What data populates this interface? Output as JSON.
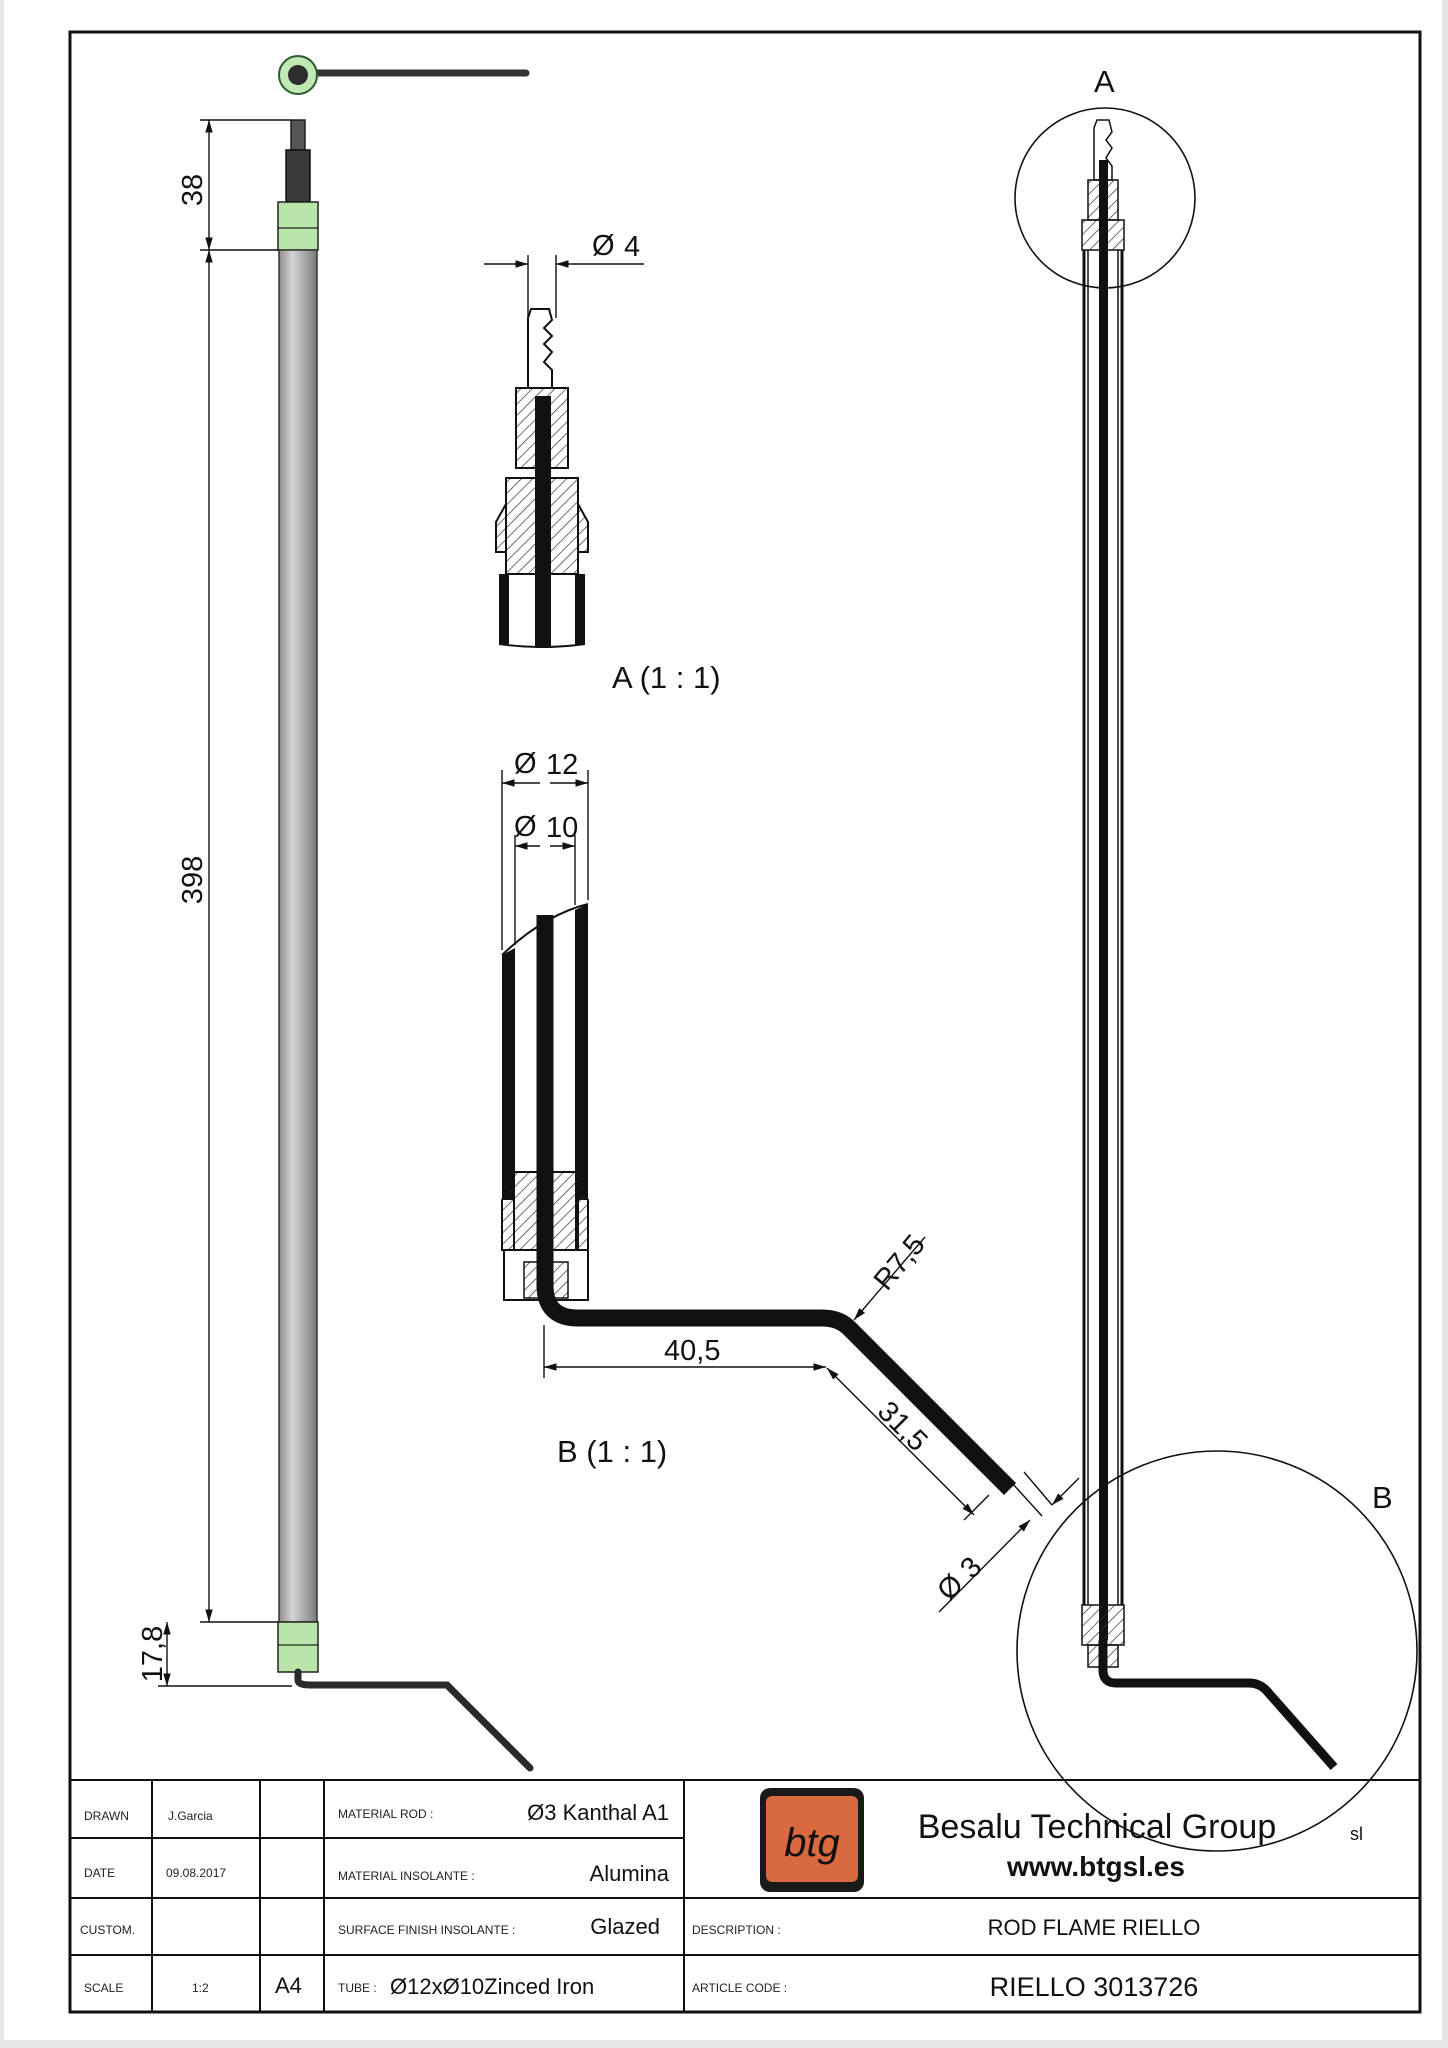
{
  "dimensions": {
    "d38": "38",
    "d398": "398",
    "d17_8": "17,8",
    "d4": "4",
    "d12": "12",
    "d10": "10",
    "r7_5": "R7,5",
    "d40_5": "40,5",
    "d31_5": "31,5",
    "d3": "3",
    "diameter_symbol": "Ø"
  },
  "views": {
    "detail_a_title": "A (1 : 1)",
    "detail_b_title": "B (1 : 1)",
    "detail_a_marker": "A",
    "detail_b_marker": "B"
  },
  "title_block": {
    "drawn_label": "DRAWN",
    "drawn_value": "J.Garcia",
    "date_label": "DATE",
    "date_value": "09.08.2017",
    "custom_label": "CUSTOM.",
    "scale_label": "SCALE",
    "scale_value": "1:2",
    "sheet_size": "A4",
    "material_rod_label": "MATERIAL ROD :",
    "material_rod_value": "Ø3 Kanthal A1",
    "material_insolante_label": "MATERIAL INSOLANTE :",
    "material_insolante_value": "Alumina",
    "surface_finish_label": "SURFACE FINISH INSOLANTE :",
    "surface_finish_value": "Glazed",
    "tube_label": "TUBE :",
    "tube_value": "Ø12xØ10Zinced Iron",
    "description_label": "DESCRIPTION :",
    "description_value": "ROD FLAME RIELLO",
    "article_code_label": "ARTICLE CODE :",
    "article_code_value": "RIELLO 3013726",
    "company_logo": "btg",
    "company_name": "Besalu Technical Group",
    "company_suffix": "sl",
    "company_url": "www.btgsl.es",
    "logo_color": "#d9693f"
  }
}
